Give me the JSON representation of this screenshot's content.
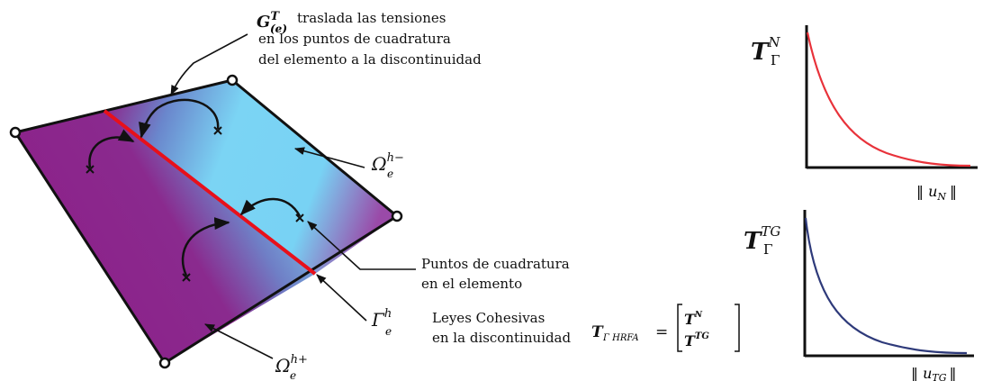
{
  "annotations": {
    "g_matrix": "G",
    "g_sup": "T",
    "g_sub": "(e)",
    "transfer_line1": "traslada las tensiones",
    "transfer_line2": "en los puntos de cuadratura",
    "transfer_line3": "del elemento a la discontinuidad",
    "quad_line1": "Puntos de cuadratura",
    "quad_line2": "en el elemento",
    "cohesive_line1": "Leyes Cohesivas",
    "cohesive_line2": "en la discontinuidad"
  },
  "symbols": {
    "omega": "Ω",
    "omega_minus_sup": "h−",
    "omega_plus_sup": "h+",
    "omega_sub": "e",
    "gamma": "Γ",
    "gamma_sup": "h",
    "gamma_sub": "e"
  },
  "equation": {
    "lhs": "T",
    "lhs_sub": "Γ HRFA",
    "equals": "=",
    "row1": "T",
    "row1_sup": "N",
    "row2": "T",
    "row2_sup": "TG"
  },
  "plots": {
    "normal": {
      "label": "T",
      "label_sub": "Γ",
      "label_sup": "N",
      "xlabel": "‖ u",
      "xlabel_sub": "N",
      "xlabel_end": "‖",
      "color": "#e8323a"
    },
    "tangential": {
      "label": "T",
      "label_sub": "Γ",
      "label_sup": "TG",
      "xlabel": "‖ u",
      "xlabel_sub": "TG",
      "xlabel_end": "‖",
      "color": "#2e3a7a"
    }
  },
  "colors": {
    "element_light": "#78d3f5",
    "element_dark": "#8a1f86",
    "crack": "#e8101a"
  }
}
